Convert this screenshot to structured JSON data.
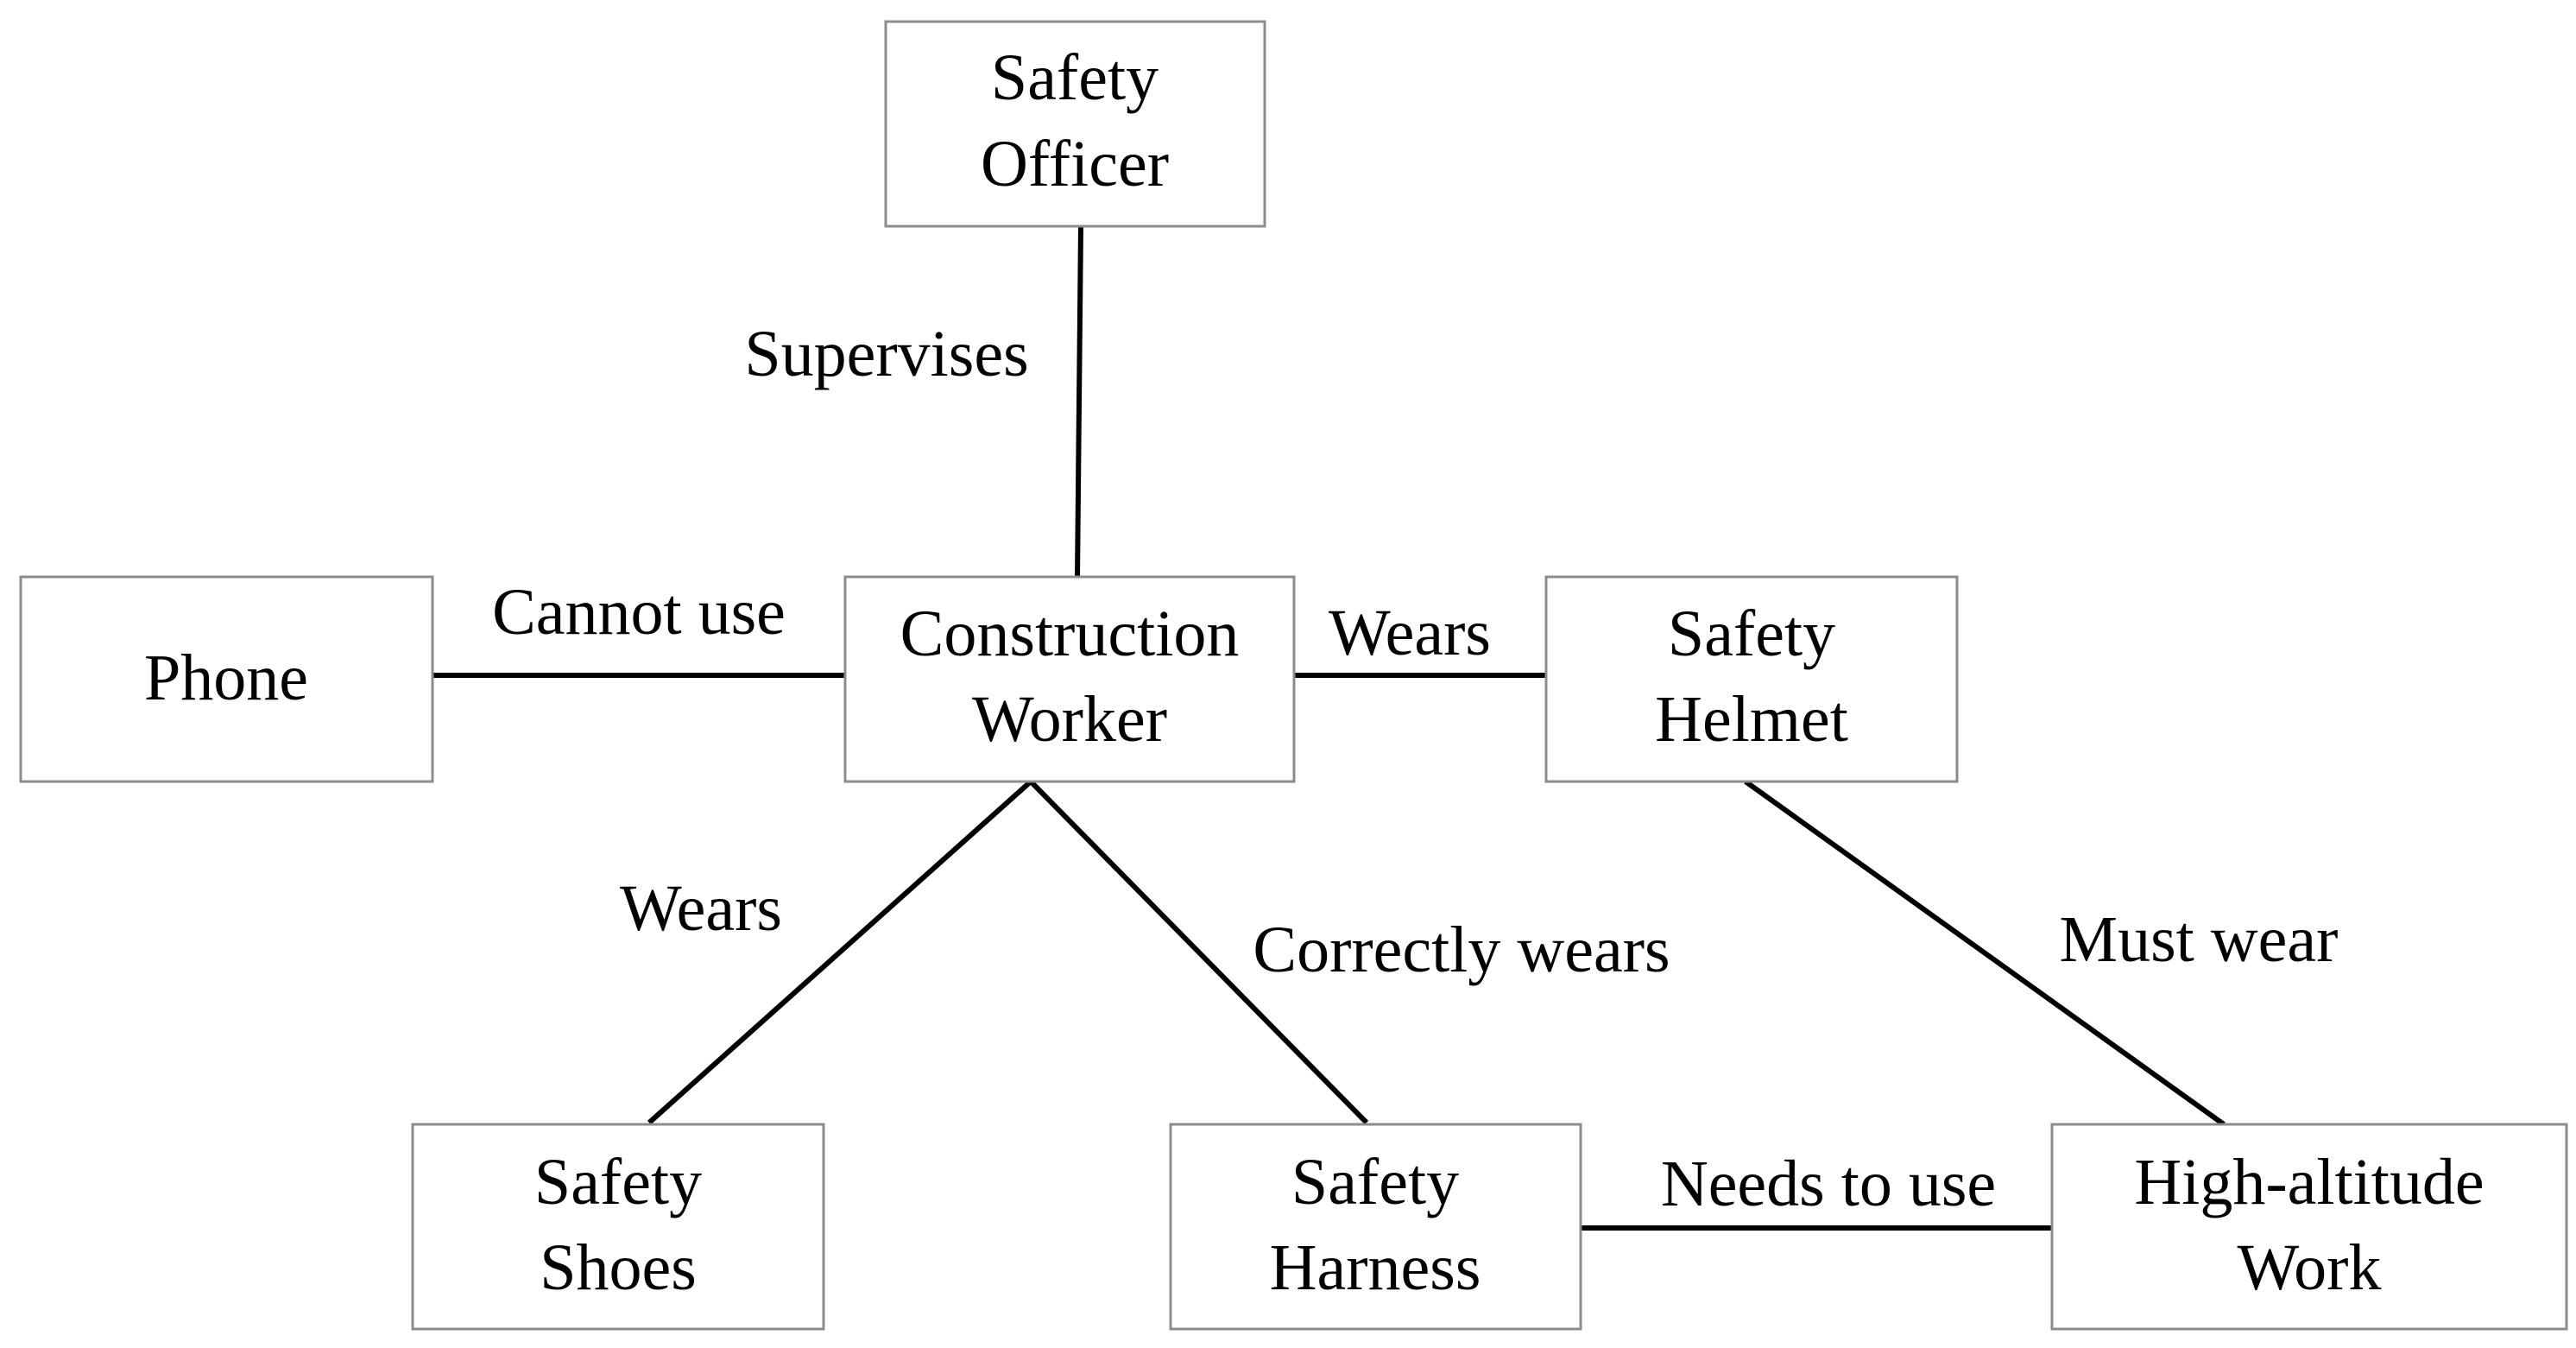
{
  "nodes": {
    "safety_officer": [
      "Safety",
      "Officer"
    ],
    "phone": [
      "Phone"
    ],
    "construction_worker": [
      "Construction",
      "Worker"
    ],
    "safety_helmet": [
      "Safety",
      "Helmet"
    ],
    "safety_shoes": [
      "Safety",
      "Shoes"
    ],
    "safety_harness": [
      "Safety",
      "Harness"
    ],
    "high_altitude_work": [
      "High-altitude",
      "Work"
    ]
  },
  "edges": {
    "supervises": "Supervises",
    "cannot_use": "Cannot use",
    "wears_helmet": "Wears",
    "wears_shoes": "Wears",
    "correctly_wears": "Correctly wears",
    "must_wear": "Must wear",
    "needs_to_use": "Needs to use"
  }
}
